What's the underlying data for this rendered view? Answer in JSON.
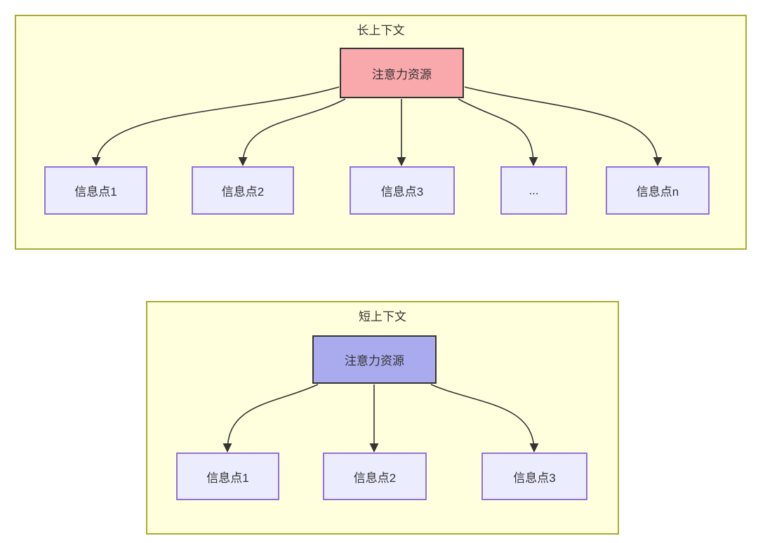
{
  "diagram": {
    "long_context": {
      "title": "长上下文",
      "root_label": "注意力资源",
      "nodes": [
        "信息点1",
        "信息点2",
        "信息点3",
        "...",
        "信息点n"
      ]
    },
    "short_context": {
      "title": "短上下文",
      "root_label": "注意力资源",
      "nodes": [
        "信息点1",
        "信息点2",
        "信息点3"
      ]
    }
  },
  "colors": {
    "panel_fill": "#ffffde",
    "panel_border": "#aaaa33",
    "long_root_fill": "#f9a8ac",
    "short_root_fill": "#aaaaee",
    "root_border": "#333333",
    "node_fill": "#ececff",
    "node_border": "#9370db",
    "arrow": "#333333",
    "text": "#333333",
    "page_background": "#ffffff"
  }
}
